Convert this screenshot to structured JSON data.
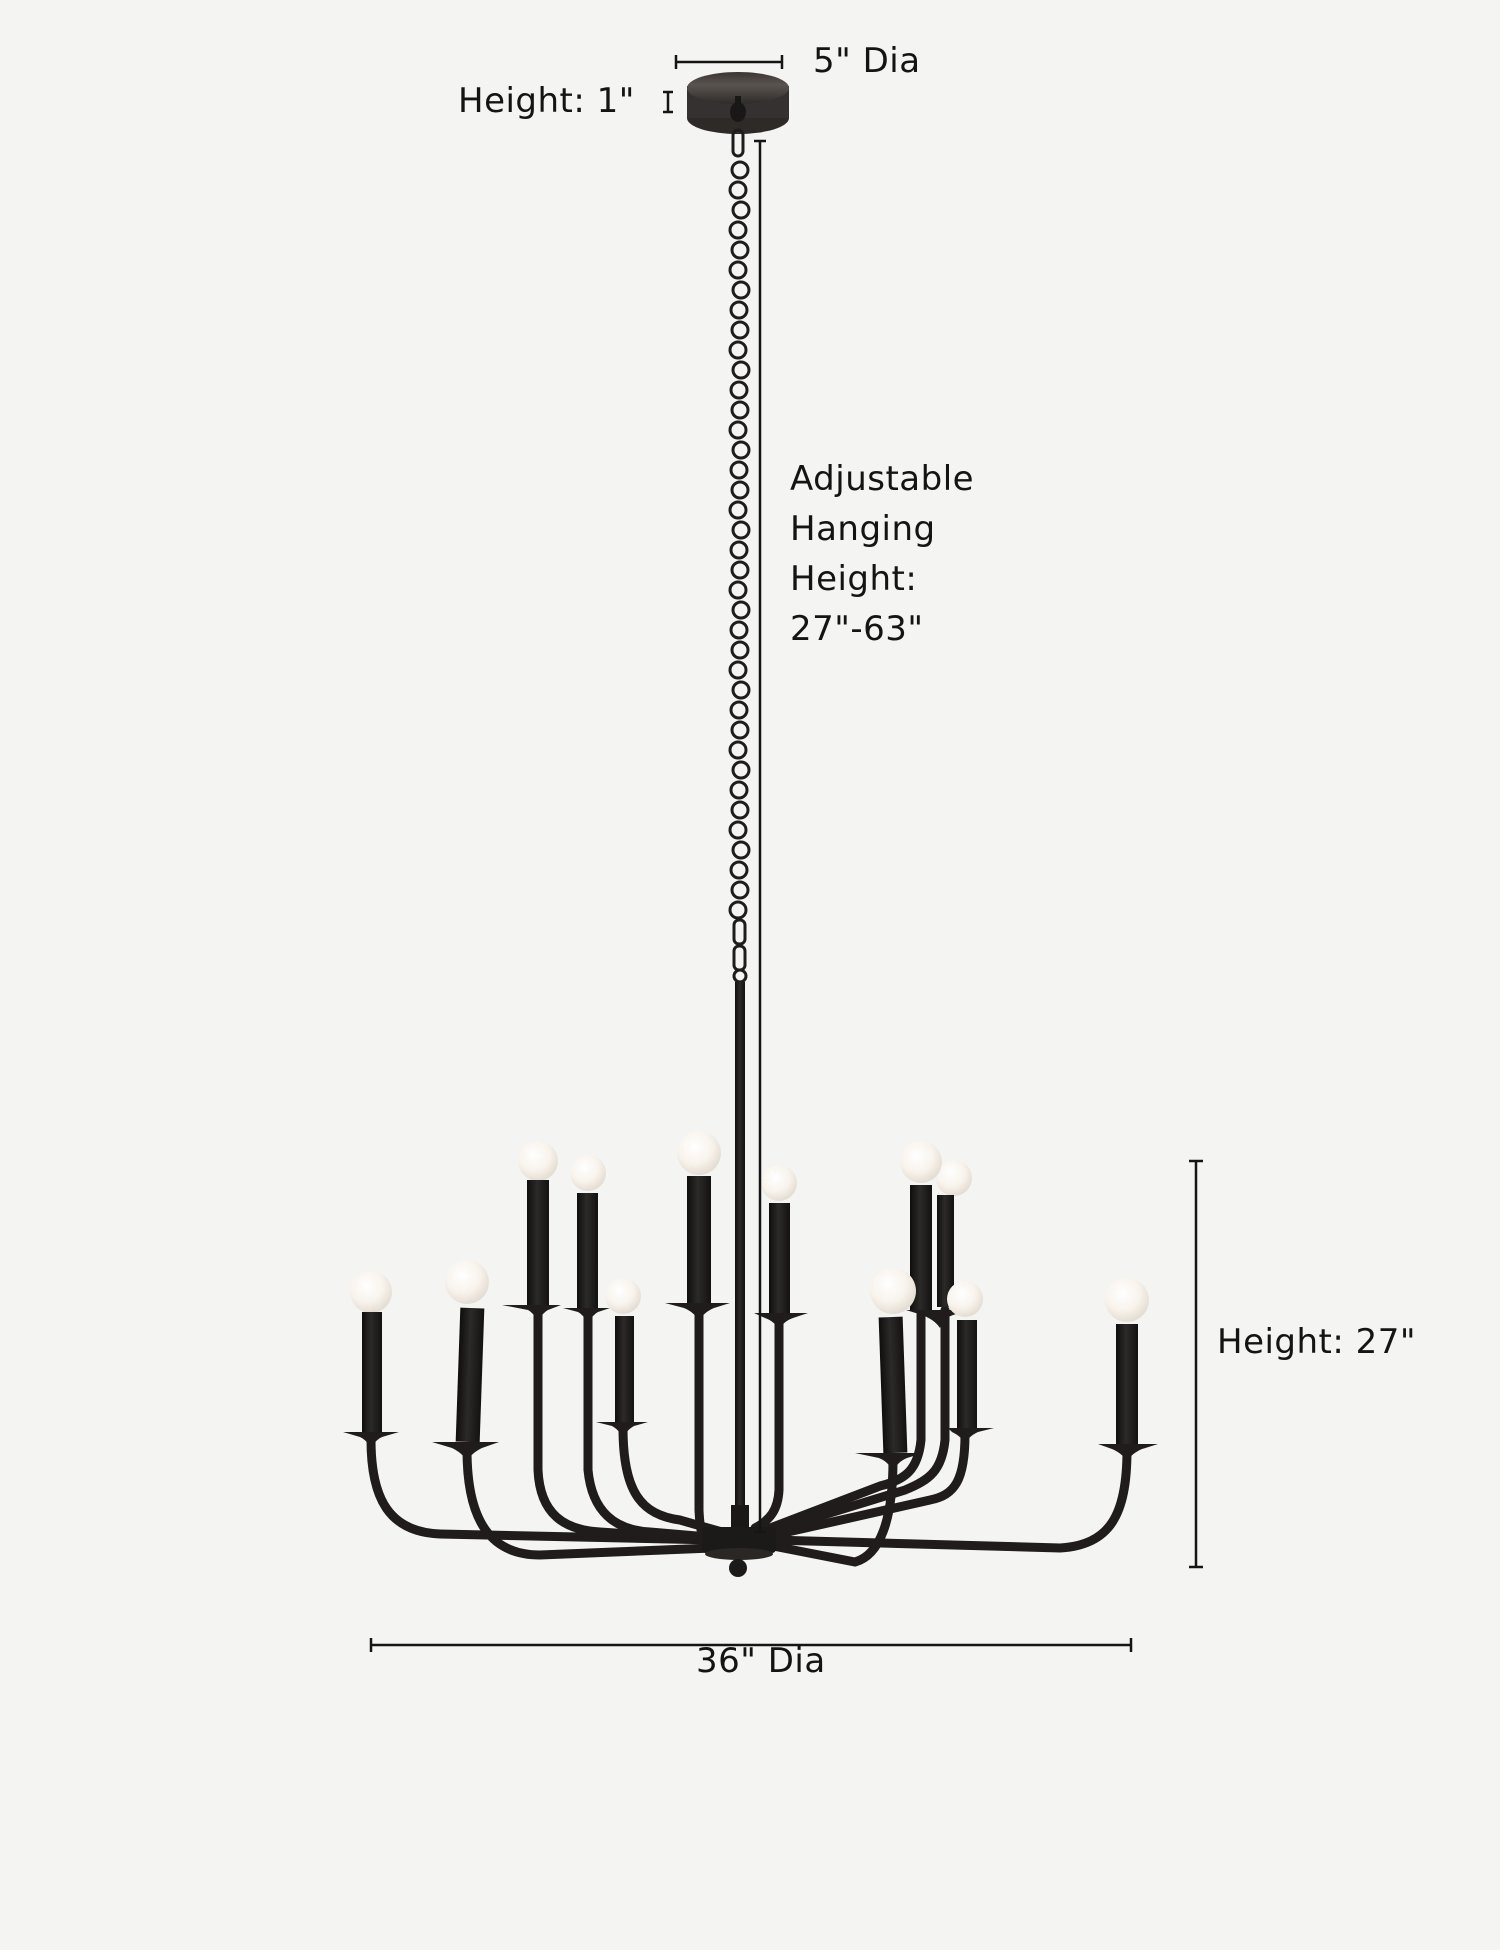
{
  "diagram": {
    "type": "product-dimension-diagram",
    "subject": "12-light chandelier with chain and round canopy",
    "background_color": "#f4f4f3",
    "metal_color": "#1e1c1b",
    "bulb_color": "#fbf7f2",
    "dimension_line_color": "#151515"
  },
  "labels": {
    "canopy_height": "Height: 1\"",
    "canopy_diameter": "5\" Dia",
    "hanging_height": {
      "line1": "Adjustable",
      "line2": "Hanging",
      "line3": "Height:",
      "line4": "27\"-63\""
    },
    "body_height": "Height: 27\"",
    "body_diameter": "36\" Dia"
  },
  "dimensions": {
    "canopy": {
      "height_in": 1,
      "diameter_in": 5
    },
    "hanging_height_in": {
      "min": 27,
      "max": 63
    },
    "body": {
      "height_in": 27,
      "diameter_in": 36
    },
    "light_count": 12
  }
}
